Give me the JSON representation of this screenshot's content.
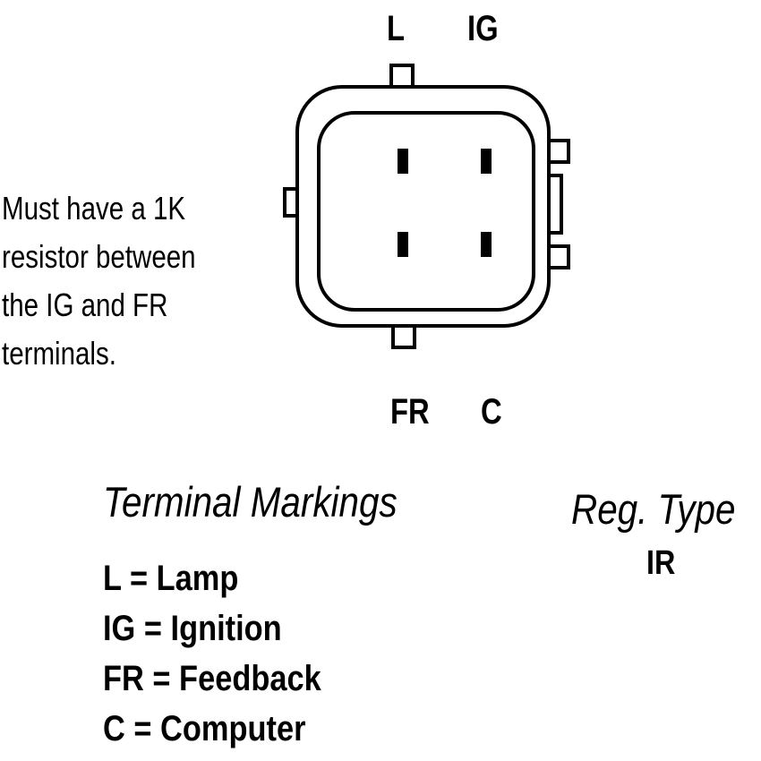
{
  "terminals": {
    "top_left": "L",
    "top_right": "IG",
    "bottom_left": "FR",
    "bottom_right": "C"
  },
  "note": {
    "lines": [
      "Must have a 1K",
      "resistor between",
      "the IG and FR",
      "terminals."
    ]
  },
  "legend": {
    "title": "Terminal Markings",
    "items": [
      "L = Lamp",
      "IG = Ignition",
      "FR = Feedback",
      "C = Computer"
    ]
  },
  "regulator": {
    "title": "Reg. Type",
    "value": "IR"
  },
  "colors": {
    "stroke": "#000000",
    "background": "#ffffff"
  }
}
